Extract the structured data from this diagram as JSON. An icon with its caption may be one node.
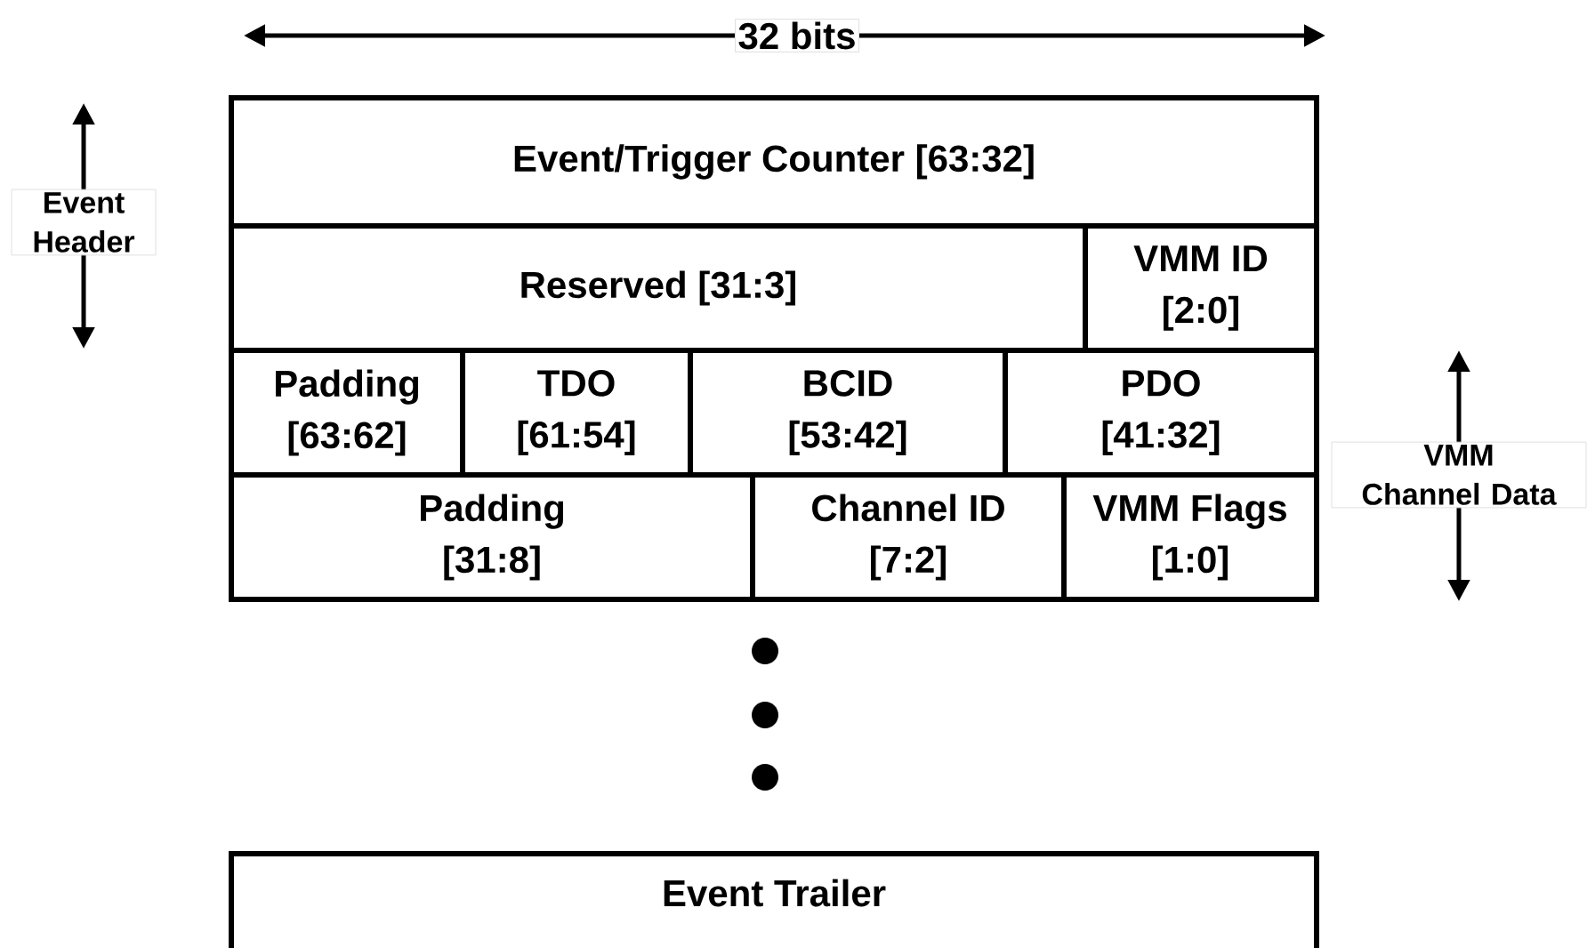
{
  "diagram": {
    "nodes": [
      {
        "text": [
          "Event/Trigger Counter [63:32]"
        ]
      },
      {
        "text": [
          "Reserved [31:3]"
        ]
      },
      {
        "text": [
          "VMM ID",
          "[2:0]"
        ]
      },
      {
        "text": [
          "Padding",
          "[63:62]"
        ]
      },
      {
        "text": [
          "TDO",
          "[61:54]"
        ]
      },
      {
        "text": [
          "BCID",
          "[53:42]"
        ]
      },
      {
        "text": [
          "PDO",
          "[41:32]"
        ]
      },
      {
        "text": [
          "Padding",
          "[31:8]"
        ]
      },
      {
        "text": [
          "Channel ID",
          "[7:2]"
        ]
      },
      {
        "text": [
          "VMM Flags",
          "[1:0]"
        ]
      },
      {
        "text": [
          "Event Trailer"
        ]
      }
    ],
    "labels": [
      "32 bits",
      "Event Header",
      "VMM Channel Data"
    ]
  }
}
